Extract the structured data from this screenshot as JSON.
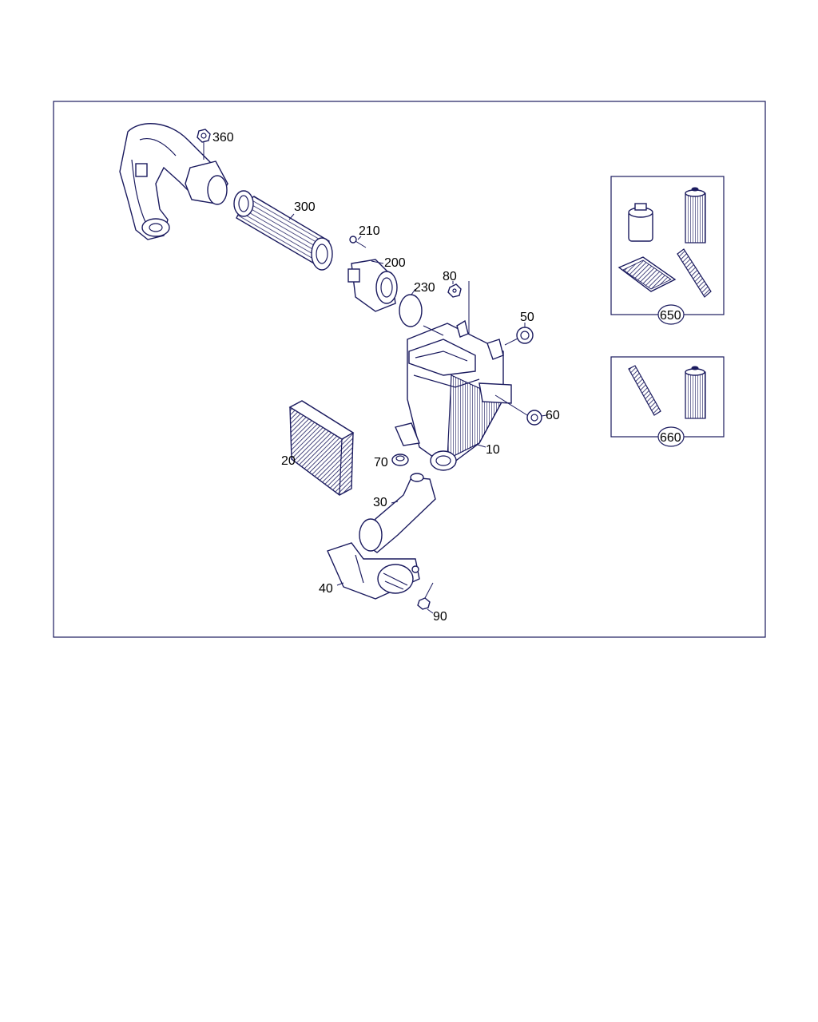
{
  "diagram": {
    "colors": {
      "line": "#1a1a5e",
      "background": "#ffffff"
    },
    "callouts": {
      "c360": "360",
      "c300": "300",
      "c210": "210",
      "c200": "200",
      "c80": "80",
      "c230": "230",
      "c50": "50",
      "c60": "60",
      "c10": "10",
      "c20": "20",
      "c70": "70",
      "c30": "30",
      "c40": "40",
      "c90": "90",
      "c650": "650",
      "c660": "660"
    }
  }
}
